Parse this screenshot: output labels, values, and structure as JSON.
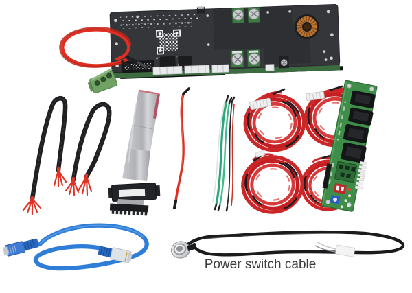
{
  "image": {
    "type": "product-photo",
    "subject": "Battery management system (BMS) kit with accessory cables",
    "background_color": "#ffffff"
  },
  "texts": {
    "board_website": "WWW.JK-BMS.COM",
    "power_switch_cable_label": "Power switch cable"
  },
  "colors": {
    "board_black": "#35363a",
    "board_edge_green": "#3c6b40",
    "adapter_pcb_green": "#3e8d48",
    "wire_red": "#d0292b",
    "braid_black": "#202023",
    "ethernet_blue": "#2e7ed8",
    "ribbon_grey": "#b4b5b9",
    "bundle_green": "#2aa87a",
    "toroid_copper": "#bd7631",
    "terminal_plug_green": "#6fa263",
    "dip_switch_red": "#c2262c",
    "trimmer_blue": "#2c59c9"
  },
  "items": [
    {
      "id": "bms-main-board",
      "description": "black BMS circuit board with QR code, screw terminals and toroidal inductor"
    },
    {
      "id": "red-jumper-wire-loop",
      "description": "coiled red wire with black sleeved ends"
    },
    {
      "id": "green-terminal-plug",
      "description": "green pluggable screw-terminal block"
    },
    {
      "id": "braided-sensor-cable-1",
      "description": "black braided loop cable with red frayed ends"
    },
    {
      "id": "braided-sensor-cable-2",
      "description": "black braided loop cable with red frayed ends"
    },
    {
      "id": "grey-ribbon-cable",
      "description": "grey flat ribbon cable with black IDC connector"
    },
    {
      "id": "red-signal-wire",
      "description": "single red wire with black tips"
    },
    {
      "id": "green-wire-bundle",
      "description": "green multi-strand wire bundle with black and red strands"
    },
    {
      "id": "balance-wire-coil-1",
      "description": "coiled red/black wire harness with white connector"
    },
    {
      "id": "balance-wire-coil-2",
      "description": "coiled red/black wire harness with white connector"
    },
    {
      "id": "balance-wire-coil-3",
      "description": "coiled red/black wire harness"
    },
    {
      "id": "balance-wire-coil-4",
      "description": "coiled red/black wire harness with white connector"
    },
    {
      "id": "adapter-pcb",
      "description": "green adapter board with black ports, terminal block, red DIP switch and blue trimmer"
    },
    {
      "id": "blue-ethernet-cable",
      "description": "blue network patch cable with RJ45 connectors"
    },
    {
      "id": "power-switch-cable",
      "description": "black cable with chrome push-button switch",
      "label": "Power switch cable"
    }
  ]
}
